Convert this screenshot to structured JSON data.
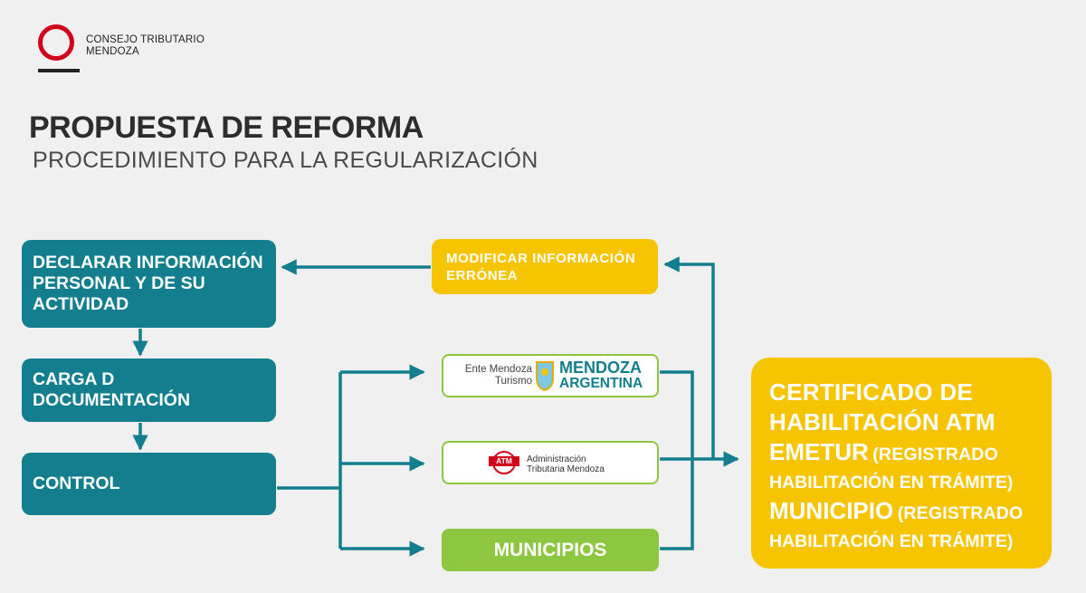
{
  "header": {
    "org_line1": "CONSEJO TRIBUTARIO",
    "org_line2": "MENDOZA",
    "title": "PROPUESTA DE REFORMA",
    "subtitle": "PROCEDIMIENTO PARA LA REGULARIZACIÓN"
  },
  "steps": {
    "declarar": "DECLARAR INFORMACIÓN\nPERSONAL Y DE SU\nACTIVIDAD",
    "carga": "CARGA D\nDOCUMENTACIÓN",
    "control": "CONTROL"
  },
  "modificar": "MODIFICAR  INFORMACIÓN\nERRÓNEA",
  "emetur": {
    "left_line1": "Ente Mendoza",
    "left_line2": "Turismo",
    "brand_line1": "MENDOZA",
    "brand_line2": "ARGENTINA"
  },
  "atm": {
    "badge": "ATM",
    "line1": "Administración",
    "line2": "Tributaria Mendoza"
  },
  "municipios": "MUNICIPIOS",
  "certificado": {
    "line1": "CERTIFICADO DE",
    "line2": "HABILITACIÓN ATM",
    "emetur_big": "EMETUR",
    "emetur_small": "(REGISTRADO",
    "emetur_line2": "HABILITACIÓN EN TRÁMITE)",
    "municipio_big": "MUNICIPIO",
    "municipio_small": "(REGISTRADO",
    "municipio_line2": "HABILITACIÓN EN TRÁMITE)"
  },
  "colors": {
    "teal": "#137f8e",
    "yellow": "#f6c400",
    "green": "#8dc63f",
    "red": "#d0021b"
  }
}
